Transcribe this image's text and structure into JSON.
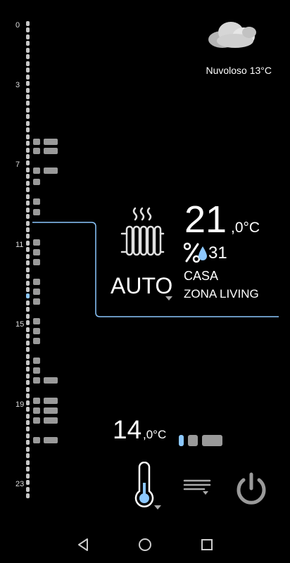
{
  "weather": {
    "condition": "Nuvoloso",
    "temperature": "13°C",
    "icon": "cloud-icon"
  },
  "timeline": {
    "hour_labels": [
      "0",
      "3",
      "7",
      "11",
      "15",
      "19",
      "23"
    ],
    "current_hour_marker": "active"
  },
  "zone": {
    "temperature_int": "21",
    "temperature_dec": ",0°C",
    "humidity": "31",
    "mode": "AUTO",
    "name": "CASA",
    "subzone": "ZONA LIVING",
    "icon": "radiator-icon"
  },
  "setpoint": {
    "temperature_int": "14",
    "temperature_dec": ",0°C",
    "level_colors": [
      "#8cc8ff",
      "#9a9a9a",
      "#9a9a9a"
    ]
  },
  "controls": {
    "thermometer": "thermometer-icon",
    "program": "program-list-icon",
    "power": "power-icon"
  },
  "colors": {
    "accent": "#8cc8ff",
    "segment": "#c8c8c8",
    "block": "#9a9a9a"
  }
}
